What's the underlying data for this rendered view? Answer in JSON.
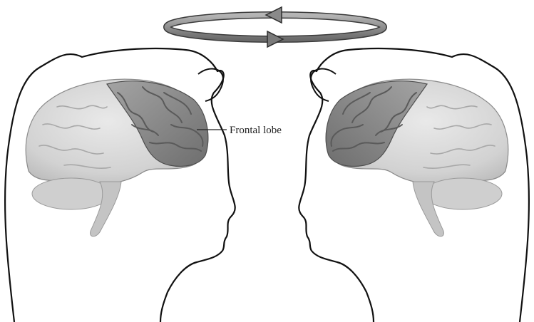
{
  "diagram": {
    "labels": {
      "frontal_lobe": "Frontal lobe"
    },
    "colors": {
      "background": "#ffffff",
      "outline": "#111111",
      "brain_light": "#d9d9d9",
      "brain_mid": "#bdbdbd",
      "frontal_lobe": "#8f8f8f",
      "frontal_dark": "#5e5e5e",
      "cerebellum": "#c8c8c8",
      "arrow_fill": "#8a8a8a",
      "arrow_stroke": "#3a3a3a"
    },
    "figures": [
      {
        "name": "left-head",
        "facing": "right"
      },
      {
        "name": "right-head",
        "facing": "left"
      }
    ],
    "arrows": [
      {
        "name": "top-arrow",
        "direction": "left"
      },
      {
        "name": "bottom-arrow",
        "direction": "right"
      }
    ]
  }
}
